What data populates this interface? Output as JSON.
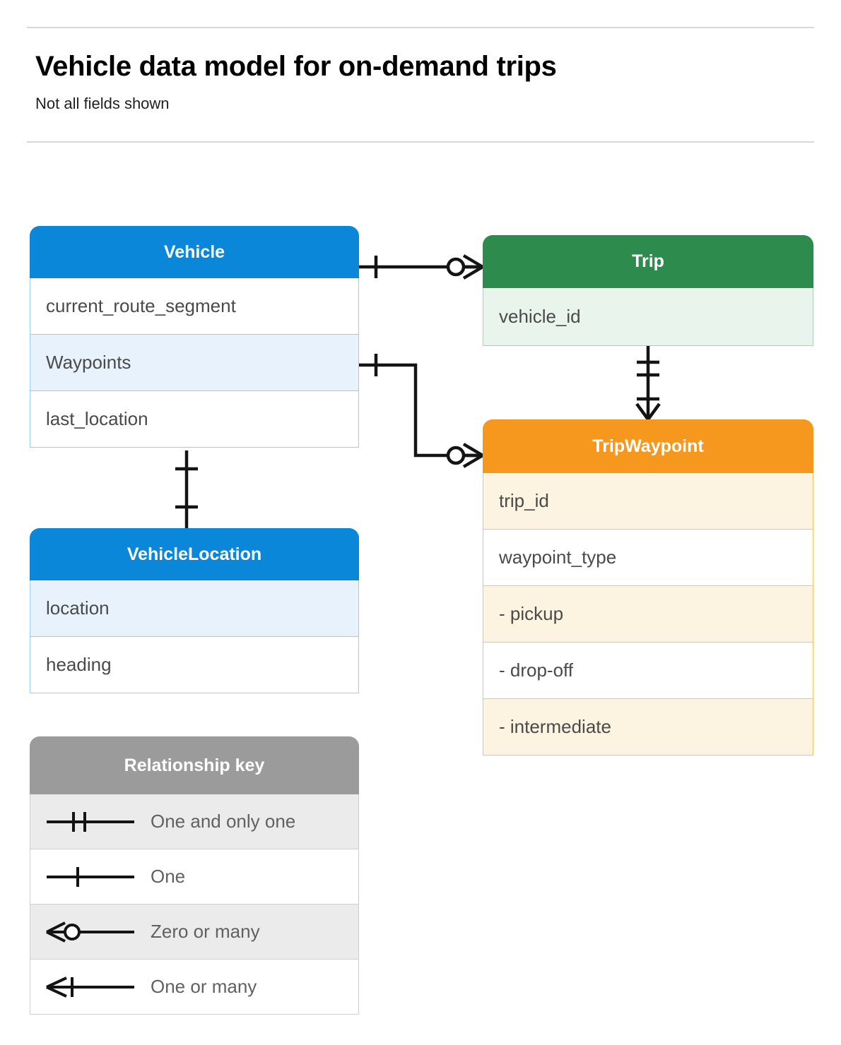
{
  "header": {
    "title": "Vehicle data model for on-demand trips",
    "subtitle": "Not all fields shown"
  },
  "entities": {
    "vehicle": {
      "name": "Vehicle",
      "color": "#0b87da",
      "fields": [
        "current_route_segment",
        "Waypoints",
        "last_location"
      ]
    },
    "vehicle_location": {
      "name": "VehicleLocation",
      "color": "#0b87da",
      "fields": [
        "location",
        "heading"
      ]
    },
    "trip": {
      "name": "Trip",
      "color": "#2e8b4e",
      "fields": [
        "vehicle_id"
      ]
    },
    "trip_waypoint": {
      "name": "TripWaypoint",
      "color": "#f6981e",
      "fields": [
        "trip_id",
        "waypoint_type",
        "-  pickup",
        "-  drop-off",
        "-  intermediate"
      ]
    }
  },
  "legend": {
    "title": "Relationship key",
    "header_color": "#9b9b9b",
    "rows": [
      {
        "symbol": "one-and-only-one-symbol",
        "label": "One and only one"
      },
      {
        "symbol": "one-symbol",
        "label": "One"
      },
      {
        "symbol": "zero-or-many-symbol",
        "label": "Zero or many"
      },
      {
        "symbol": "one-or-many-symbol",
        "label": "One or many"
      }
    ]
  },
  "relationships": [
    {
      "from": "Vehicle",
      "to": "Trip",
      "from_cardinality": "One",
      "to_cardinality": "Zero or many"
    },
    {
      "from": "Vehicle.Waypoints",
      "to": "TripWaypoint",
      "from_cardinality": "One",
      "to_cardinality": "Zero or many"
    },
    {
      "from": "Trip",
      "to": "TripWaypoint",
      "from_cardinality": "One and only one",
      "to_cardinality": "One or many"
    },
    {
      "from": "Vehicle",
      "to": "VehicleLocation",
      "from_cardinality": "One",
      "to_cardinality": "One"
    }
  ]
}
